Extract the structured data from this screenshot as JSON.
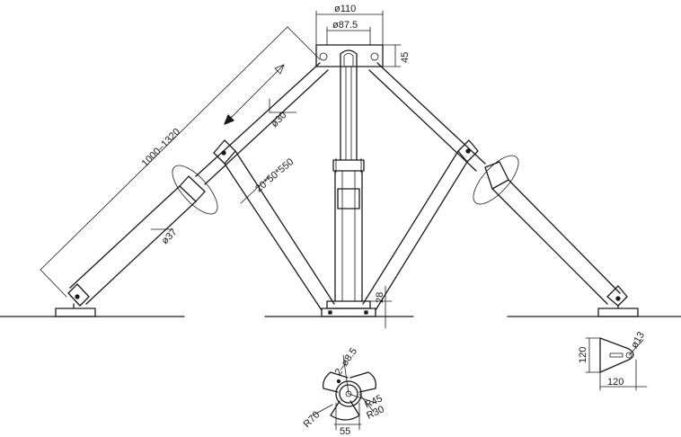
{
  "dimensions": {
    "top_outer_dia": "ø110",
    "top_inner_dia": "ø87.5",
    "top_height": "45",
    "leg_length": "1000–1320",
    "upper_tube_dia": "ø30",
    "lower_tube_dia": "ø37",
    "brace_section": "20*50*550",
    "base_height": "28",
    "hub_hole": "2–ø8.5",
    "hub_r45": "R45",
    "hub_r30": "R30",
    "hub_r70": "R70",
    "hub_width": "55",
    "foot_height": "120",
    "foot_width": "120",
    "foot_hole": "ø13"
  }
}
